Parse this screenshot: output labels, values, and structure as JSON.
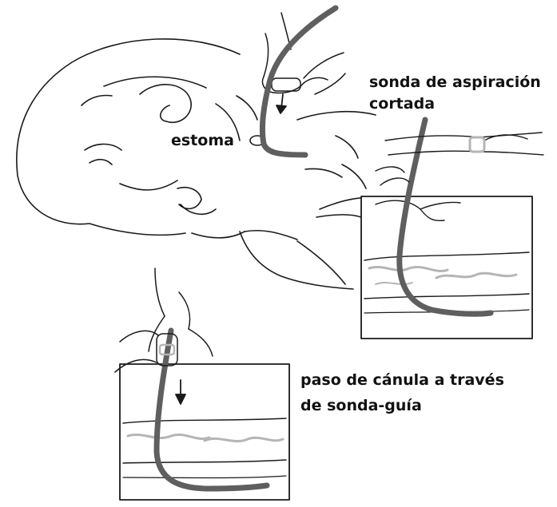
{
  "labels": {
    "estoma": "estoma",
    "suction_line1": "sonda de aspiración",
    "suction_line2": "cortada",
    "passage_line1": "paso de cánula a través",
    "passage_line2": "de sonda-guía"
  },
  "colors": {
    "line": "#1a1a1a",
    "tube": "#5f5f5f",
    "tissue": "#b5b5b5",
    "background": "#ffffff"
  }
}
